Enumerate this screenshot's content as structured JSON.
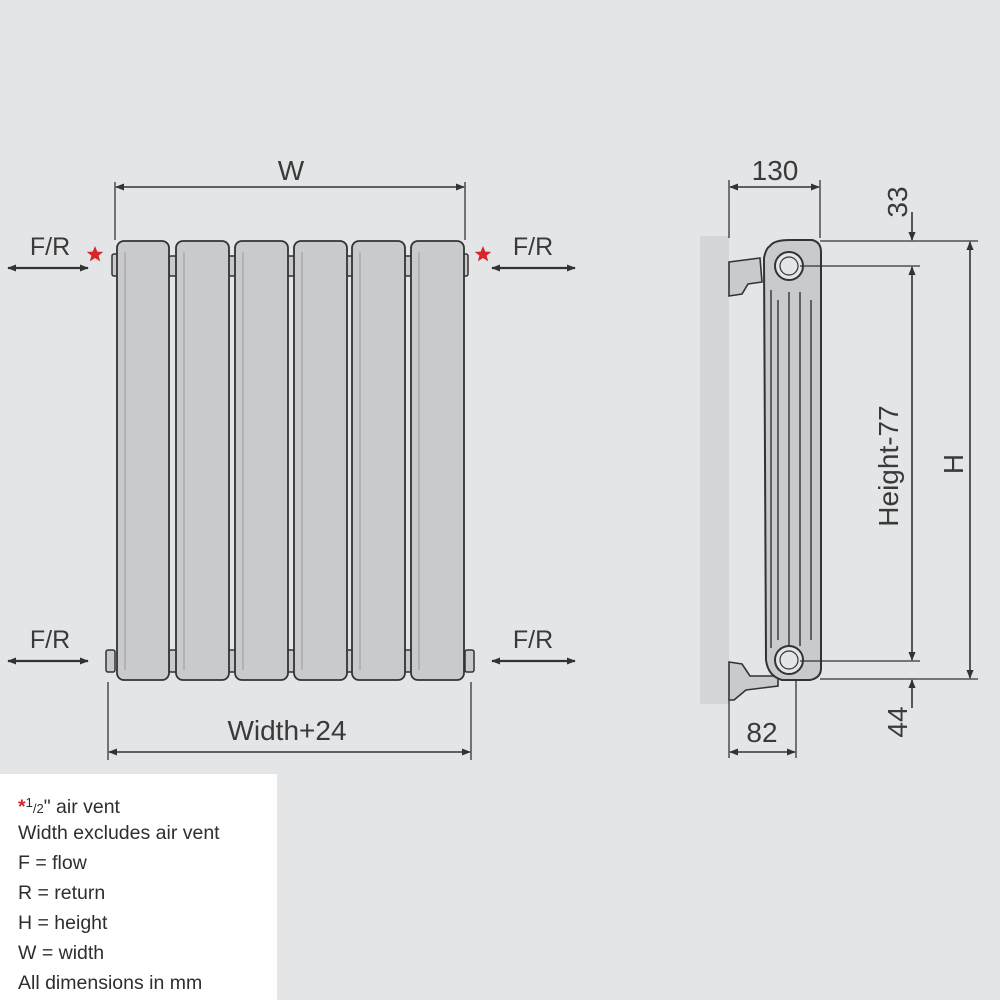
{
  "colors": {
    "background": "#e4e5e7",
    "column_fill": "#c9cacd",
    "outline": "#333333",
    "star": "#d8262b",
    "wall": "#d5d6d8",
    "legend_bg": "#ffffff"
  },
  "front_view": {
    "top_dimension": "W",
    "bottom_dimension": "Width+24",
    "connection_label": "F/R",
    "column_count": 6
  },
  "side_view": {
    "depth_dimension": "130",
    "bracket_dimension": "82",
    "top_offset": "33",
    "bottom_offset": "44",
    "centres_dimension": "Height-77",
    "height_dimension": "H"
  },
  "legend": {
    "vent_star": "*",
    "vent_fraction_num": "1",
    "vent_fraction_den": "2",
    "vent_text": "\" air vent",
    "lines": [
      "Width excludes air vent",
      "F = flow",
      "R = return",
      "H = height",
      "W = width",
      "All dimensions in mm"
    ]
  }
}
